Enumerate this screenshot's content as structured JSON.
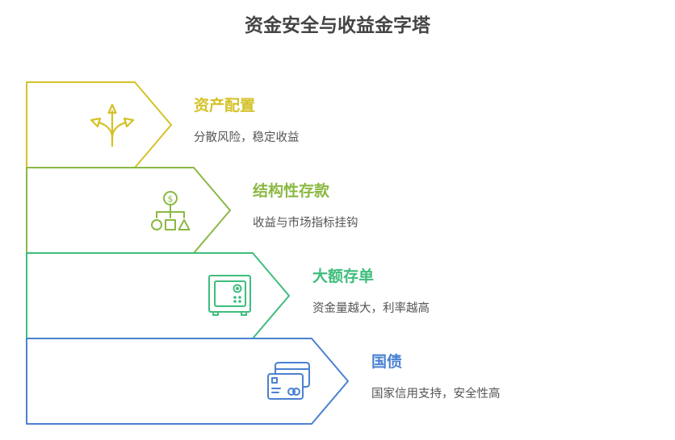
{
  "title": "资金安全与收益金字塔",
  "levels": [
    {
      "title": "资产配置",
      "desc": "分散风险，稳定收益",
      "icon": "diverging-arrows-icon",
      "color": "#d4c228"
    },
    {
      "title": "结构性存款",
      "desc": "收益与市场指标挂钩",
      "icon": "dollar-hierarchy-icon",
      "color": "#8bb843"
    },
    {
      "title": "大额存单",
      "desc": "资金量越大，利率越高",
      "icon": "safe-icon",
      "color": "#3ebd7c"
    },
    {
      "title": "国债",
      "desc": "国家信用支持，安全性高",
      "icon": "credit-cards-icon",
      "color": "#4a81d1"
    }
  ]
}
